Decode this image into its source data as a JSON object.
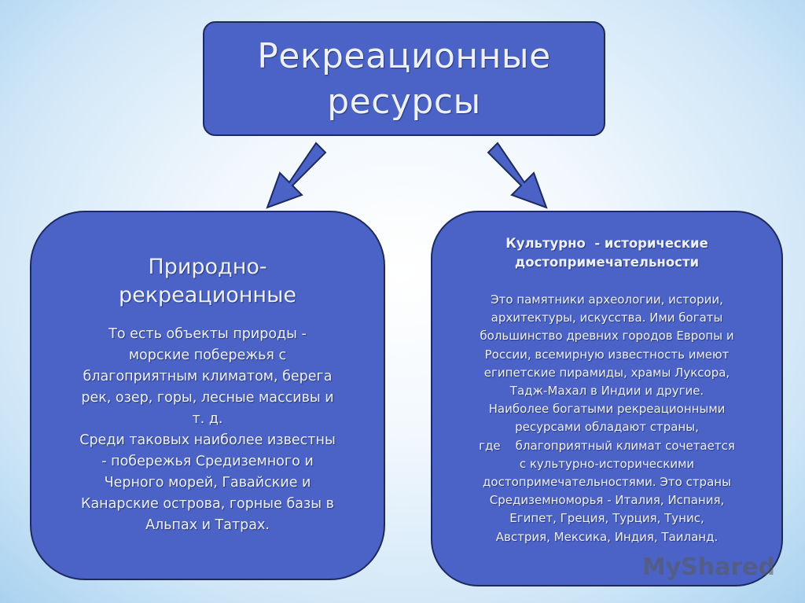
{
  "title": [
    "Рекреационные",
    "ресурсы"
  ],
  "left": {
    "heading": [
      "Природно-",
      "рекреационные"
    ],
    "text": [
      "То есть объекты природы -",
      "морские побережья с",
      "благоприятным климатом, берега",
      "рек, озер, горы, лесные массивы и",
      "т. д.",
      "Среди таковых наиболее известны",
      "- побережья Средиземного и",
      "Черного морей, Гавайские и",
      "Канарские острова, горные базы в",
      "Альпах и Татрах."
    ]
  },
  "right": {
    "heading": [
      "Культурно  - исторические",
      "достопримечательности"
    ],
    "text": [
      "Это памятники археологии, истории,",
      "архитектуры, искусства. Ими богаты",
      "большинство древних городов Европы и",
      "России, всемирную известность имеют",
      "египетские пирамиды, храмы Луксора,",
      "Тадж-Махал в Индии и другие.",
      "Наиболее богатыми рекреационными",
      "ресурсами обладают страны,",
      "где    благоприятный климат сочетается",
      "с культурно-историческими",
      "достопримечательностями. Это страны",
      "Средиземноморья - Италия, Испания,",
      "Египет, Греция, Турция, Тунис,",
      "Австрия, Мексика, Индия, Таиланд."
    ]
  },
  "watermark": "MyShared",
  "colors": {
    "box": "#4b63c6",
    "border": "#1d2a5e",
    "text": "#eef0f8"
  }
}
